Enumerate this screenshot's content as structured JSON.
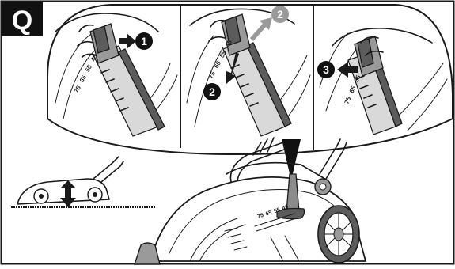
{
  "step_label": "Q",
  "panels": [
    {
      "callout": "1",
      "scale": [
        "75",
        "65",
        "55",
        "45"
      ]
    },
    {
      "callout_up": "2",
      "callout_down": "2",
      "scale": [
        "75",
        "65",
        "55",
        "45"
      ]
    },
    {
      "callout": "3",
      "scale": [
        "75",
        "65",
        "55"
      ]
    }
  ],
  "mower_scale": [
    "75",
    "65",
    "55",
    "45"
  ],
  "colors": {
    "ink": "#1a1a1a",
    "callout_grey": "#9a9a9a",
    "lever_grey": "#8c8c8c"
  }
}
